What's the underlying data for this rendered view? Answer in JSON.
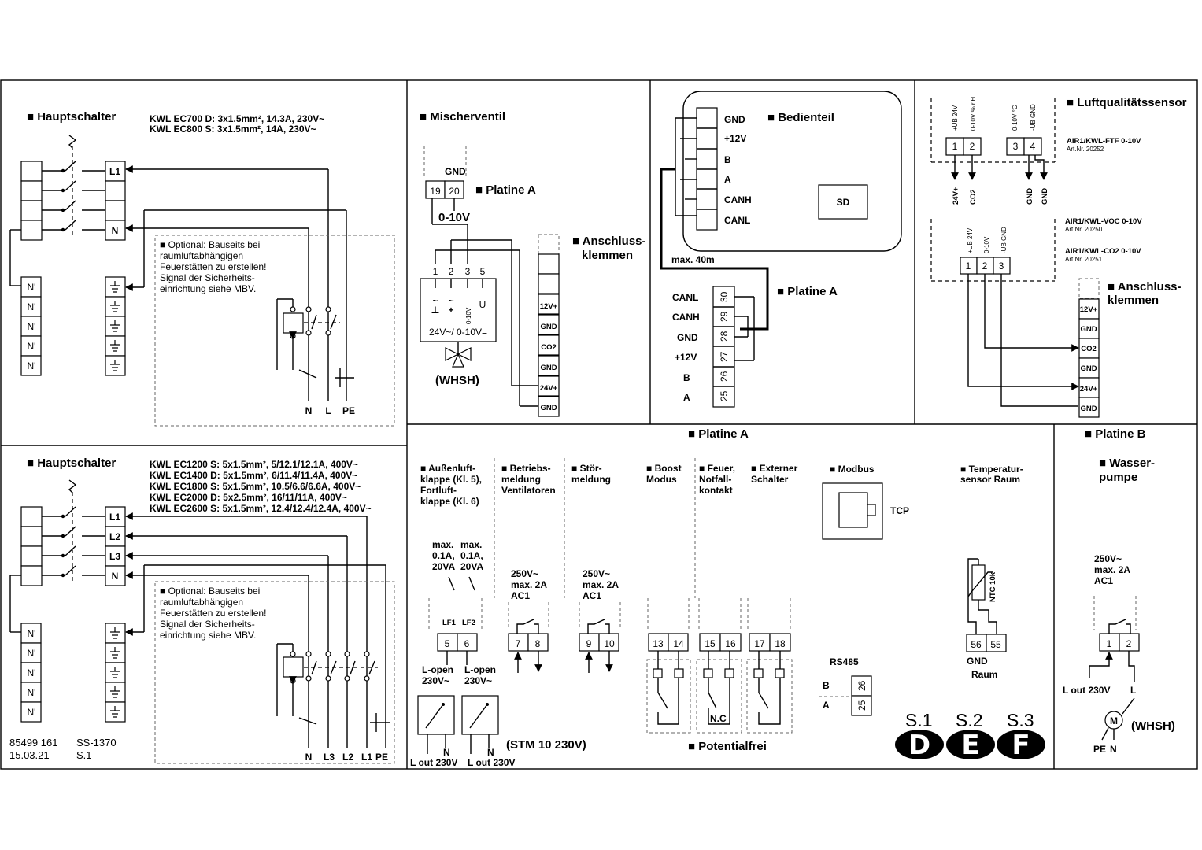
{
  "sec1": {
    "title": "■ Hauptschalter",
    "spec1": "KWL EC700 D: 3x1.5mm², 14.3A, 230V~",
    "spec2": "KWL EC800 S: 3x1.5mm², 14A, 230V~",
    "l1": "L1",
    "n": "N",
    "np": [
      "N'",
      "N'",
      "N'",
      "N'",
      "N'"
    ],
    "optional": [
      "■ Optional: Bauseits bei",
      "raumluftabhängigen",
      "Feuerstätten zu erstellen!",
      "Signal der Sicherheits-",
      "einrichtung siehe MBV."
    ],
    "bottom": [
      "N",
      "L",
      "PE"
    ]
  },
  "sec2": {
    "title": "■ Hauptschalter",
    "specs": [
      "KWL EC1200 S: 5x1.5mm², 5/12.1/12.1A, 400V~",
      "KWL EC1400 D: 5x1.5mm², 6/11.4/11.4A, 400V~",
      "KWL EC1800 S: 5x1.5mm², 10.5/6.6/6.6A, 400V~",
      "KWL EC2000 D: 5x2.5mm², 16/11/11A, 400V~",
      "KWL EC2600 S: 5x1.5mm²,  12.4/12.4/12.4A, 400V~"
    ],
    "terms": [
      "L1",
      "L2",
      "L3",
      "N"
    ],
    "np": [
      "N'",
      "N'",
      "N'",
      "N'",
      "N'"
    ],
    "optional": [
      "■ Optional: Bauseits bei",
      "raumluftabhängigen",
      "Feuerstätten zu erstellen!",
      "Signal der Sicherheits-",
      "einrichtung siehe MBV."
    ],
    "bottom": [
      "N",
      "L3",
      "L2",
      "L1",
      "PE"
    ],
    "doc1": "85499 161",
    "doc2": "SS-1370",
    "date": "15.03.21",
    "sheet": "S.1"
  },
  "mischer": {
    "title": "■ Mischerventil",
    "gnd": "GND",
    "t19": "19",
    "t20": "20",
    "platine": "■ Platine A",
    "v010": "0-10V",
    "pins": [
      "1",
      "2",
      "3",
      "5"
    ],
    "sym1": "~",
    "sym1b": "⊥",
    "sym2": "~",
    "sym2b": "+",
    "sym3": "0-10V",
    "sym4": "U",
    "supply": "24V~/ 0-10V=",
    "whsh": "(WHSH)",
    "anschluss1": "■ Anschluss-",
    "anschluss2": "klemmen",
    "terms": [
      "12V+",
      "GND",
      "CO2",
      "GND",
      "24V+",
      "GND"
    ]
  },
  "bedien": {
    "title": "■ Bedienteil",
    "labels": [
      "GND",
      "+12V",
      "B",
      "A",
      "CANH",
      "CANL"
    ],
    "sd": "SD",
    "maxlen": "max. 40m",
    "platine": "■ Platine A",
    "rows": [
      {
        "label": "CANL",
        "num": "30"
      },
      {
        "label": "CANH",
        "num": "29"
      },
      {
        "label": "GND",
        "num": "28"
      },
      {
        "label": "+12V",
        "num": "27"
      },
      {
        "label": "B",
        "num": "26"
      },
      {
        "label": "A",
        "num": "25"
      }
    ]
  },
  "luft": {
    "title": "■ Luftqualitätssensor",
    "top_labels": [
      "+UB 24V",
      "0-10V % r.H.",
      "0-10V °C",
      "-UB GND"
    ],
    "pins": [
      "1",
      "2",
      "3",
      "4"
    ],
    "model1": "AIR1/KWL-FTF 0-10V",
    "art1": "Art.Nr. 20252",
    "out_labels": [
      "24V+",
      "CO2",
      "GND",
      "GND"
    ],
    "model2": "AIR1/KWL-VOC 0-10V",
    "art2": "Art.Nr. 20250",
    "model3": "AIR1/KWL-CO2 0-10V",
    "art3": "Art.Nr. 20251",
    "mid_labels": [
      "+UB 24V",
      "0-10V",
      "-UB GND"
    ],
    "pins2": [
      "1",
      "2",
      "3"
    ],
    "anschluss1": "■ Anschluss-",
    "anschluss2": "klemmen",
    "terms": [
      "12V+",
      "GND",
      "CO2",
      "GND",
      "24V+",
      "GND"
    ]
  },
  "bottom": {
    "platineA": "■ Platine A",
    "platineB": "■ Platine B",
    "aussen": [
      "■ Außenluft-",
      "klappe (Kl. 5),",
      "Fortluft-",
      "klappe (Kl. 6)"
    ],
    "betrieb": [
      "■ Betriebs-",
      "meldung",
      "Ventilatoren"
    ],
    "stoer": [
      "■ Stör-",
      "meldung"
    ],
    "boost": [
      "■ Boost",
      "Modus"
    ],
    "feuer": [
      "■ Feuer,",
      "Notfall-",
      "kontakt"
    ],
    "extern": [
      "■ Externer",
      "Schalter"
    ],
    "modbus": "■ Modbus",
    "tcp": "TCP",
    "temp": [
      "■ Temperatur-",
      "sensor Raum"
    ],
    "wasser": [
      "■ Wasser-",
      "pumpe"
    ],
    "maxA": [
      "max.",
      "0.1A,",
      "20VA"
    ],
    "maxB": [
      "max.",
      "0.1A,",
      "20VA"
    ],
    "lf1": "LF1",
    "lf2": "LF2",
    "rating1": [
      "250V~",
      "max. 2A",
      "AC1"
    ],
    "rating2": [
      "250V~",
      "max. 2A",
      "AC1"
    ],
    "rating3": [
      "250V~",
      "max. 2A",
      "AC1"
    ],
    "terms": [
      "5",
      "6",
      "7",
      "8",
      "9",
      "10",
      "13",
      "14",
      "15",
      "16",
      "17",
      "18",
      "56",
      "55",
      "1",
      "2"
    ],
    "lopen1": [
      "L-open",
      "230V~"
    ],
    "lopen2": [
      "L-open",
      "230V~"
    ],
    "lout1": "L out 230V",
    "lout2": "L out 230V",
    "nlab1": "N",
    "nlab2": "N",
    "stm": "(STM 10 230V)",
    "nc": "N.C",
    "potential": "■ Potentialfrei",
    "rs485": "RS485",
    "rsB": "B",
    "rsA": "A",
    "rs26": "26",
    "rs25": "25",
    "ntc": "NTC 10k",
    "gnd": "GND",
    "raum": "Raum",
    "loutB": "L out 230V",
    "lB": "L",
    "motor": "M",
    "whsh": "(WHSH)",
    "pe": "PE",
    "nB": "N",
    "s1": "S.1",
    "s2": "S.2",
    "s3": "S.3",
    "bd": "D",
    "be": "E",
    "bf": "F"
  }
}
